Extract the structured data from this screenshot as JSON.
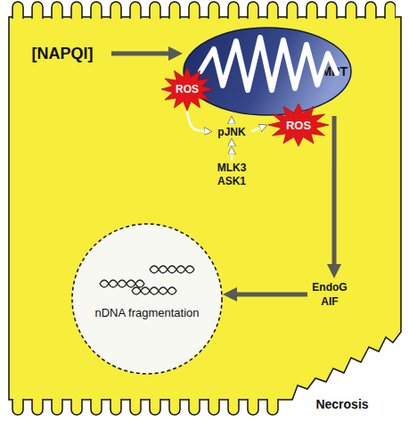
{
  "diagram": {
    "nodes": [
      {
        "text": [
          "[NAPQI]"
        ]
      },
      {
        "text": [
          "MPT"
        ]
      },
      {
        "text": [
          "ROS"
        ]
      },
      {
        "text": [
          "ROS"
        ]
      },
      {
        "text": [
          "pJNK"
        ]
      },
      {
        "text": [
          "MLK3 ASK1"
        ]
      },
      {
        "text": [
          "EndoG AIF"
        ]
      },
      {
        "text": [
          "nDNA fragmentation"
        ]
      },
      {
        "text": [
          "Necrosis"
        ]
      }
    ],
    "edges": [
      {
        "from": 0,
        "to": 1,
        "arrow": "to"
      },
      {
        "from": 2,
        "to": 4,
        "arrow": "to"
      },
      {
        "from": 5,
        "to": 4,
        "arrow": "to"
      },
      {
        "from": 4,
        "to": 1,
        "arrow": "to"
      },
      {
        "from": 4,
        "to": 3,
        "arrow": "to"
      },
      {
        "from": 1,
        "to": 6,
        "arrow": "to"
      },
      {
        "from": 6,
        "to": 7,
        "arrow": "to"
      }
    ]
  }
}
